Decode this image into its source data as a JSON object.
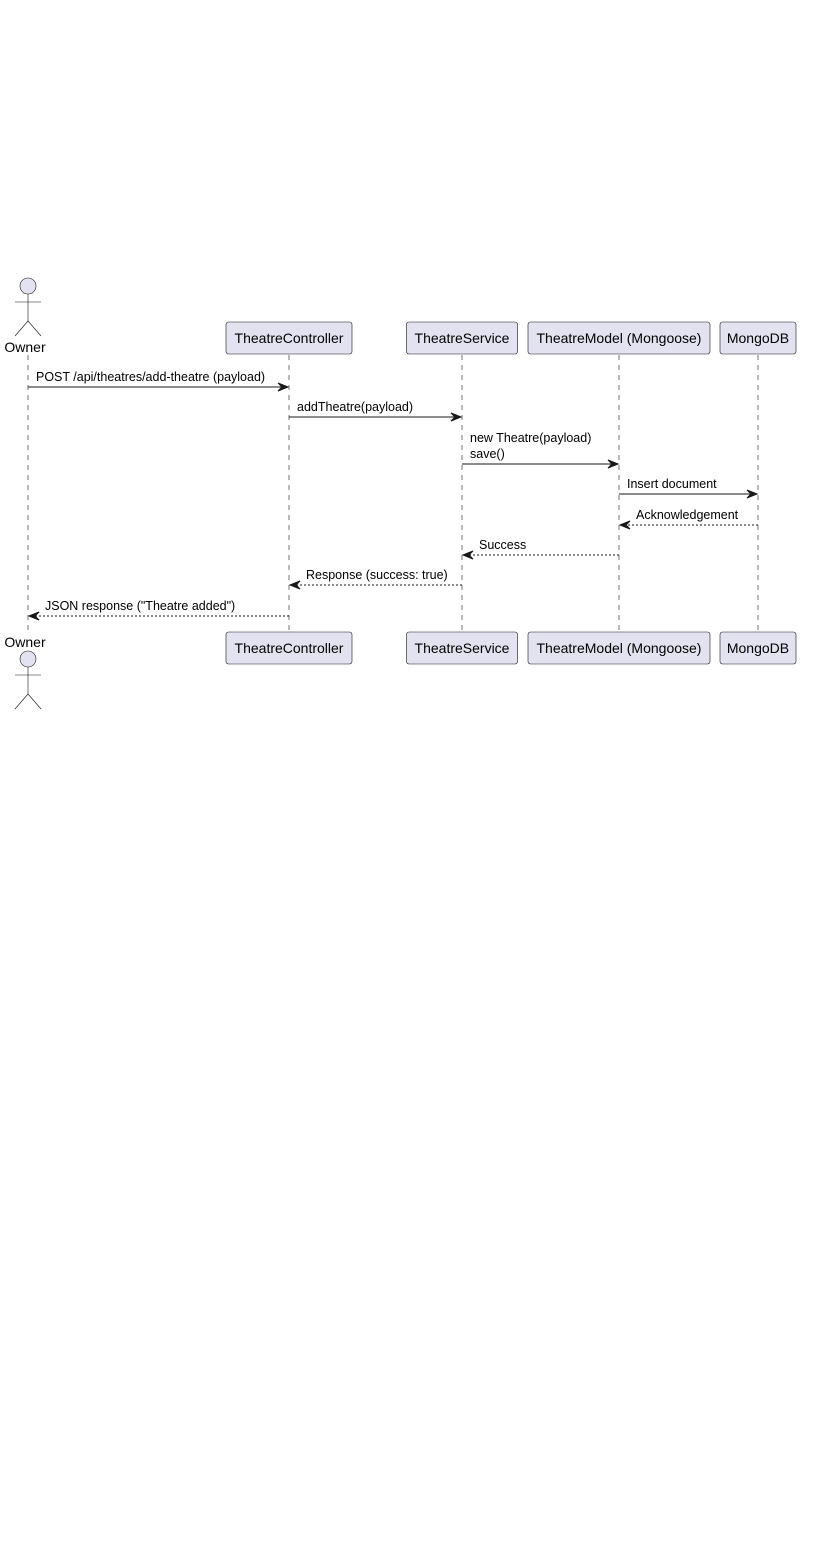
{
  "diagram": {
    "type": "sequence",
    "colors": {
      "participant_fill": "#E2E2F0",
      "stroke": "#181818",
      "background": "#FFFFFF"
    },
    "participants": [
      {
        "id": "owner",
        "label": "Owner",
        "kind": "actor"
      },
      {
        "id": "controller",
        "label": "TheatreController",
        "kind": "participant"
      },
      {
        "id": "service",
        "label": "TheatreService",
        "kind": "participant"
      },
      {
        "id": "model",
        "label": "TheatreModel (Mongoose)",
        "kind": "participant"
      },
      {
        "id": "db",
        "label": "MongoDB",
        "kind": "participant"
      }
    ],
    "messages": [
      {
        "from": "owner",
        "to": "controller",
        "lines": [
          "POST /api/theatres/add-theatre (payload)"
        ],
        "style": "sync"
      },
      {
        "from": "controller",
        "to": "service",
        "lines": [
          "addTheatre(payload)"
        ],
        "style": "sync"
      },
      {
        "from": "service",
        "to": "model",
        "lines": [
          "new Theatre(payload)",
          "save()"
        ],
        "style": "sync"
      },
      {
        "from": "model",
        "to": "db",
        "lines": [
          "Insert document"
        ],
        "style": "sync"
      },
      {
        "from": "db",
        "to": "model",
        "lines": [
          "Acknowledgement"
        ],
        "style": "return"
      },
      {
        "from": "model",
        "to": "service",
        "lines": [
          "Success"
        ],
        "style": "return"
      },
      {
        "from": "service",
        "to": "controller",
        "lines": [
          "Response (success: true)"
        ],
        "style": "return"
      },
      {
        "from": "controller",
        "to": "owner",
        "lines": [
          "JSON response (\"Theatre added\")"
        ],
        "style": "return"
      }
    ]
  }
}
